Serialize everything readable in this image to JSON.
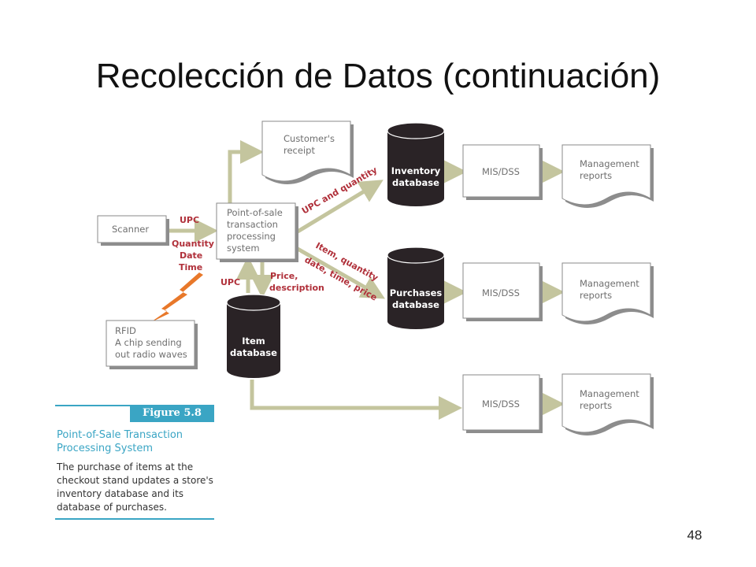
{
  "slide": {
    "title": "Recolección de Datos (continuación)",
    "page_number": "48"
  },
  "diagram": {
    "scanner": "Scanner",
    "rfid": [
      "RFID",
      "A chip sending",
      "out radio waves"
    ],
    "pos": [
      "Point-of-sale",
      "transaction",
      "processing",
      "system"
    ],
    "receipt": [
      "Customer's",
      "receipt"
    ],
    "item_db": [
      "Item",
      "database"
    ],
    "inventory_db": [
      "Inventory",
      "database"
    ],
    "purchases_db": [
      "Purchases",
      "database"
    ],
    "mis_dss": "MIS/DSS",
    "management_reports": [
      "Management",
      "reports"
    ],
    "labels": {
      "upc_top": "UPC",
      "scan_info": [
        "Quantity",
        "Date",
        "Time"
      ],
      "upc_item": "UPC",
      "price_desc": [
        "Price,",
        "description"
      ],
      "upc_quantity": "UPC and quantity",
      "item_quantity": [
        "Item, quantity",
        "date, time, price"
      ]
    }
  },
  "figure": {
    "badge": "Figure 5.8",
    "title": "Point-of-Sale Transaction Processing System",
    "description": "The purchase of items at the checkout stand updates a store's inventory database and its database of purchases.",
    "colors": {
      "accent": "#3aa5c4",
      "arrow": "#c4c59e",
      "label_red": "#b0303a",
      "database": "#2a2326",
      "lightning": "#e8782a"
    }
  }
}
